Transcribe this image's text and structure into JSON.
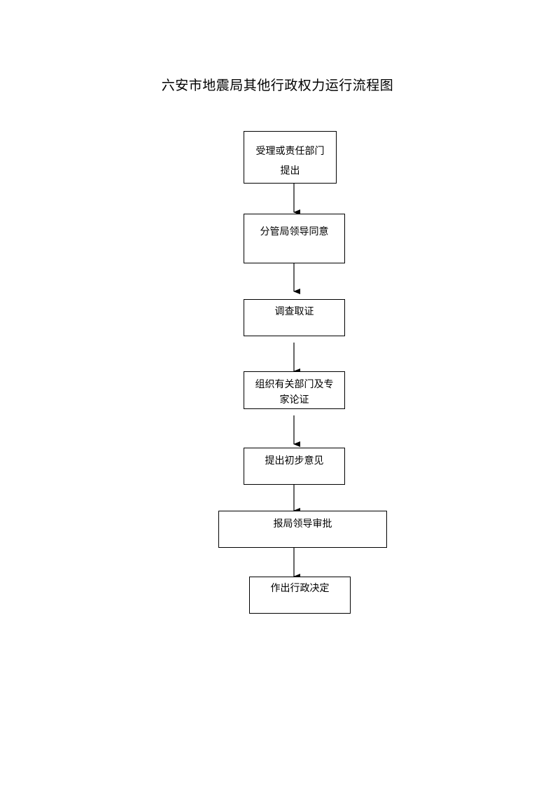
{
  "title": "六安市地震局其他行政权力运行流程图",
  "steps": [
    {
      "lines": [
        "受理或责任部门",
        "提出"
      ]
    },
    {
      "lines": [
        "分管局领导同意"
      ]
    },
    {
      "lines": [
        "调查取证"
      ]
    },
    {
      "lines": [
        "组织有关部门及专",
        "家论证"
      ]
    },
    {
      "lines": [
        "提出初步意见"
      ]
    },
    {
      "lines": [
        "报局领导审批"
      ]
    },
    {
      "lines": [
        "作出行政决定"
      ]
    }
  ]
}
